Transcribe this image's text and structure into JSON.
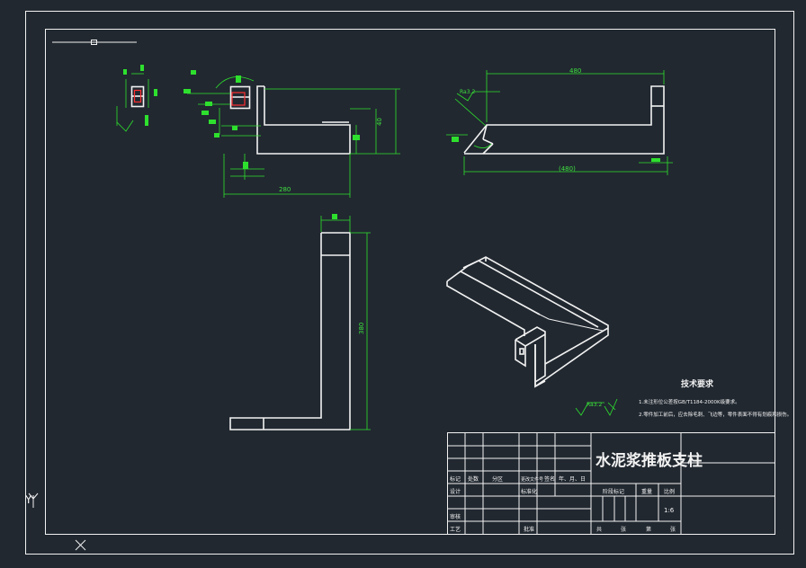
{
  "drawing": {
    "title": "水泥浆推板支柱",
    "tech_req_title": "技术要求",
    "tech_req_lines": [
      "1.未注形位公差按GB/T1184-2000K级要求。",
      "2.零件加工前后，应去除毛刺、飞边等，零件表面不得有划痕和损伤。"
    ],
    "scale": "1:6",
    "roughness": "Ra3.2",
    "dims": {
      "top_length": "480",
      "bottom_length": "(480)",
      "height": "380",
      "base_length": "280",
      "width": "40",
      "side_height": "40"
    }
  },
  "title_block": {
    "row_labels": [
      "标记",
      "处数",
      "分区",
      "更改文件号",
      "签名",
      "年、月、日"
    ],
    "role_labels": [
      "设计",
      "标准化",
      "审核",
      "工艺",
      "批准"
    ],
    "col_labels": [
      "阶段标记",
      "重量",
      "比例"
    ],
    "sheet_labels": [
      "共",
      "张",
      "第",
      "张"
    ]
  },
  "ucs": {
    "x_label": "X",
    "y_label": "Y"
  }
}
